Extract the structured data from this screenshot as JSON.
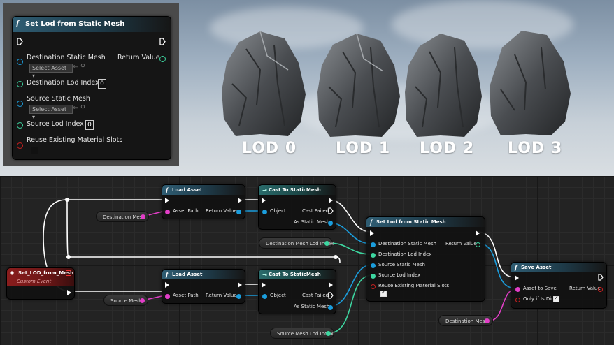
{
  "zoom_node": {
    "title": "Set Lod from Static Mesh",
    "pins": {
      "destination_static_mesh": "Destination Static Mesh",
      "return_value": "Return Value",
      "select_asset_1": "Select Asset",
      "destination_lod_index": "Destination Lod Index",
      "destination_lod_value": "0",
      "source_static_mesh": "Source Static Mesh",
      "select_asset_2": "Select Asset",
      "source_lod_index": "Source Lod Index",
      "source_lod_value": "0",
      "reuse_material_slots": "Reuse Existing Material Slots"
    }
  },
  "lod_labels": [
    "LOD 0",
    "LOD 1",
    "LOD 2",
    "LOD 3"
  ],
  "graph": {
    "event": {
      "title": "Set_LOD_from_Mesh",
      "subtitle": "Custom Event"
    },
    "load_asset_1": {
      "title": "Load Asset",
      "asset_path": "Asset Path",
      "return_value": "Return Value"
    },
    "load_asset_2": {
      "title": "Load Asset",
      "asset_path": "Asset Path",
      "return_value": "Return Value"
    },
    "cast_1": {
      "title": "Cast To StaticMesh",
      "object": "Object",
      "cast_failed": "Cast Failed",
      "as_static_mesh": "As Static Mesh"
    },
    "cast_2": {
      "title": "Cast To StaticMesh",
      "object": "Object",
      "cast_failed": "Cast Failed",
      "as_static_mesh": "As Static Mesh"
    },
    "set_lod": {
      "title": "Set Lod from Static Mesh",
      "destination_static_mesh": "Destination Static Mesh",
      "return_value": "Return Value",
      "destination_lod_index": "Destination Lod Index",
      "source_static_mesh": "Source Static Mesh",
      "source_lod_index": "Source Lod Index",
      "reuse_material_slots": "Reuse Existing Material Slots"
    },
    "save_asset": {
      "title": "Save Asset",
      "asset_to_save": "Asset to Save",
      "return_value": "Return Value",
      "only_if_dirty": "Only if Is Dirty"
    },
    "variables": {
      "destination_mesh_1": "Destination Mesh",
      "source_mesh": "Source Mesh",
      "destination_mesh_lod_index": "Destination Mesh Lod Index",
      "source_mesh_lod_index": "Source Mesh Lod Index",
      "destination_mesh_2": "Destination Mesh"
    }
  },
  "colors": {
    "object_pin": "#1b9ddc",
    "string_pin": "#e23ec7",
    "int_pin": "#3dd6a0",
    "bool_pin": "#c82020",
    "function_header": "#2f5d73",
    "event_header": "#8a1d1d"
  }
}
